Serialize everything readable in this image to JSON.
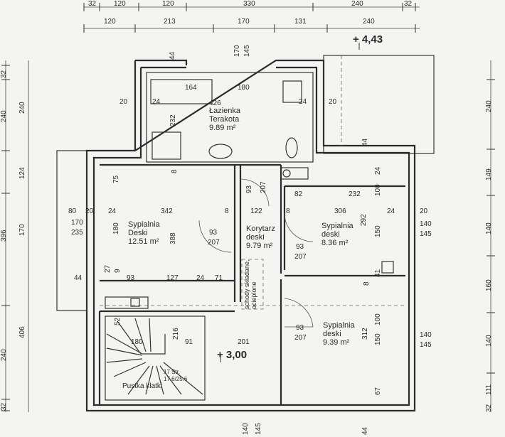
{
  "top_dims_row1": [
    "32",
    "120",
    "120",
    "330",
    "240",
    "32"
  ],
  "top_dims_row2": [
    "120",
    "213",
    "170",
    "131",
    "240"
  ],
  "elevations": {
    "upper": "+ 4,43",
    "lower": "+ 3,00"
  },
  "rooms": {
    "bathroom": {
      "name": "Łazienka",
      "floor": "Terakota",
      "area": "9.89 m²"
    },
    "bedroom_left": {
      "name": "Sypialnia",
      "floor": "Deski",
      "area": "12.51 m²"
    },
    "corridor": {
      "name": "Korytarz",
      "floor": "deski",
      "area": "9.79 m²"
    },
    "bedroom_right": {
      "name": "Sypialnia",
      "floor": "deski",
      "area": "8.36 m²"
    },
    "bedroom_lower": {
      "name": "Sypialnia",
      "floor": "deski",
      "area": "9.39 m²"
    }
  },
  "stairs_note": "schody składane, ocieplone",
  "stair_void": "Pustka klatki",
  "stair_info": [
    "17 Str.",
    "17.6/25.6"
  ],
  "interior_dims": {
    "d164": "164",
    "d426": "426",
    "d180a": "180",
    "d20a": "20",
    "d24a": "24",
    "d24b": "24",
    "d20b": "20",
    "d232a": "232",
    "d44a": "44",
    "d170a": "170",
    "d145a": "145",
    "d75": "75",
    "d8a": "8",
    "d93a": "93",
    "d207a": "207",
    "d80": "80",
    "d20c": "20",
    "d24c": "24",
    "d342": "342",
    "d8b": "8",
    "d122": "122",
    "d8c": "8",
    "d306": "306",
    "d24d": "24",
    "d20d": "20",
    "d82": "82",
    "d232b": "232",
    "d170b": "170",
    "d235": "235",
    "d180b": "180",
    "d388": "388",
    "d93b": "93",
    "d207b": "207",
    "d93c": "93",
    "d207c": "207",
    "d292": "292",
    "d150a": "150",
    "d100a": "100",
    "d24e": "24",
    "d44b": "44",
    "d140a": "140",
    "d145b": "145",
    "d44c": "44",
    "d27": "27",
    "d9": "9",
    "d93d": "93",
    "d127": "127",
    "d24f": "24",
    "d71": "71",
    "d8d": "8",
    "d41": "41",
    "d52": "52",
    "d180c": "180",
    "d91": "91",
    "d216": "216",
    "d201": "201",
    "d93e": "93",
    "d207e": "207",
    "d312": "312",
    "d150b": "150",
    "d100b": "100",
    "d140b": "140",
    "d145c": "145",
    "d67": "67",
    "d140c": "140",
    "d145d": "145",
    "d44d": "44"
  },
  "left_dims": [
    "32",
    "240",
    "124",
    "396",
    "170",
    "406",
    "240",
    "32"
  ],
  "right_dims": [
    "240",
    "149",
    "140",
    "160",
    "140",
    "111",
    "32"
  ]
}
